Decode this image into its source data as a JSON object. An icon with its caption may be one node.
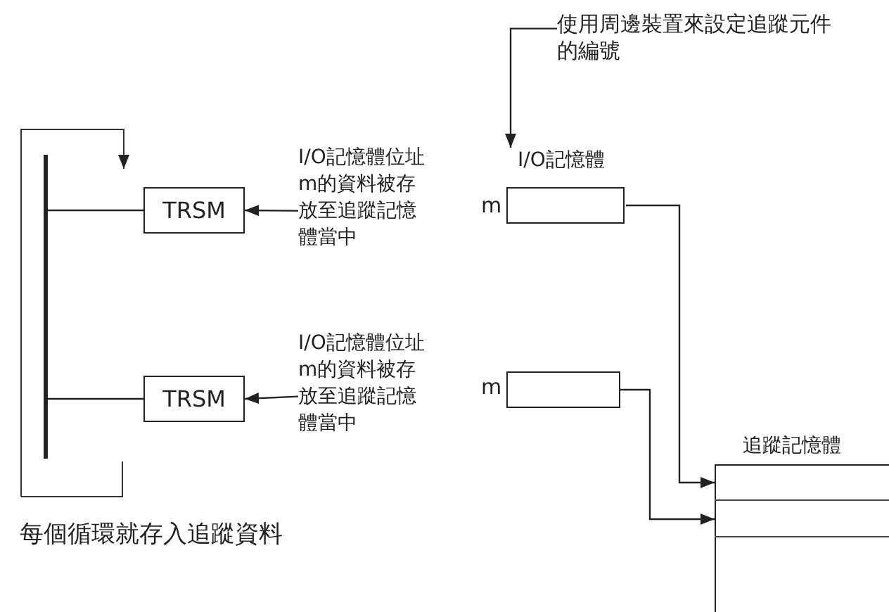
{
  "diagram": {
    "nodes": [
      {
        "text": [
          "使用周邊裝置來設定追蹤元件的編號"
        ]
      },
      {
        "text": [],
        "shape": "bar"
      },
      {
        "text": [
          "TRSM"
        ]
      },
      {
        "text": [
          "I/O記憶體位址m的資料被存放至追蹤記憶體當中"
        ]
      },
      {
        "text": [
          "I/O記憶體"
        ],
        "beside": [
          "m"
        ]
      },
      {
        "text": [
          "TRSM"
        ]
      },
      {
        "text": [
          "I/O記憶體位址m的資料被存放至追蹤記憶體當中"
        ]
      },
      {
        "text": [],
        "shape": "box",
        "beside": [
          "m"
        ]
      },
      {
        "text": [
          "追蹤記憶體"
        ]
      },
      {
        "text": [],
        "shape": "box",
        "in": 8
      },
      {
        "text": [],
        "shape": "box",
        "in": 8
      }
    ],
    "edges": [
      {
        "from": 0,
        "to": 4,
        "arrow": "to"
      },
      {
        "from": 3,
        "to": 2,
        "arrow": "to"
      },
      {
        "from": 6,
        "to": 5,
        "arrow": "to"
      },
      {
        "from": 1,
        "to": 2,
        "arrow": "none"
      },
      {
        "from": 1,
        "to": 5,
        "arrow": "none"
      },
      {
        "from": 4,
        "to": 9,
        "arrow": "to"
      },
      {
        "from": 7,
        "to": 10,
        "arrow": "to"
      }
    ],
    "labels": [
      "每個循環就存入追蹤資料"
    ]
  }
}
